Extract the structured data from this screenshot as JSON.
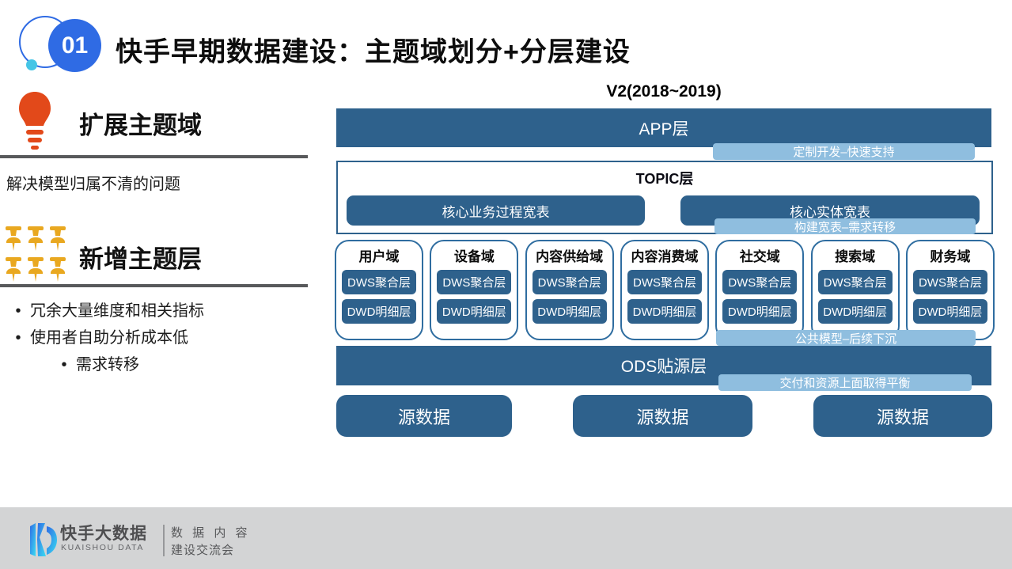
{
  "slide": {
    "badge": "01",
    "title": "快手早期数据建设：主题域划分+分层建设"
  },
  "left": {
    "expand": {
      "heading": "扩展主题域",
      "desc": "解决模型归属不清的问题"
    },
    "add_layer": {
      "heading": "新增主题层",
      "bullets": [
        "冗余大量维度和相关指标",
        "使用者自助分析成本低"
      ],
      "sub_bullet": "需求转移"
    }
  },
  "diagram": {
    "version": "V2(2018~2019)",
    "app_layer": "APP层",
    "ribbon_app": "定制开发–快速支持",
    "topic": {
      "label": "TOPIC层",
      "left": "核心业务过程宽表",
      "right": "核心实体宽表"
    },
    "ribbon_topic": "构建宽表–需求转移",
    "domains": [
      {
        "name": "用户域",
        "dws": "DWS聚合层",
        "dwd": "DWD明细层"
      },
      {
        "name": "设备域",
        "dws": "DWS聚合层",
        "dwd": "DWD明细层"
      },
      {
        "name": "内容供给域",
        "dws": "DWS聚合层",
        "dwd": "DWD明细层"
      },
      {
        "name": "内容消费域",
        "dws": "DWS聚合层",
        "dwd": "DWD明细层"
      },
      {
        "name": "社交域",
        "dws": "DWS聚合层",
        "dwd": "DWD明细层"
      },
      {
        "name": "搜索域",
        "dws": "DWS聚合层",
        "dwd": "DWD明细层"
      },
      {
        "name": "财务域",
        "dws": "DWS聚合层",
        "dwd": "DWD明细层"
      }
    ],
    "ribbon_domains": "公共模型–后续下沉",
    "ods_layer": "ODS贴源层",
    "ribbon_ods": "交付和资源上面取得平衡",
    "sources": [
      "源数据",
      "源数据",
      "源数据"
    ]
  },
  "footer": {
    "brand_cn": "快手大数据",
    "brand_en": "KUAISHOU DATA",
    "tagline_line1": "数 据 内 容",
    "tagline_line2": "建设交流会"
  },
  "colors": {
    "dark_blue": "#2E618C",
    "light_blue": "#8FBEDF",
    "accent_blue": "#2F6BE4",
    "cyan_dot": "#45C5E6",
    "orange": "#E2491A",
    "gold": "#E9A820",
    "footer_gray": "#D3D4D5"
  }
}
